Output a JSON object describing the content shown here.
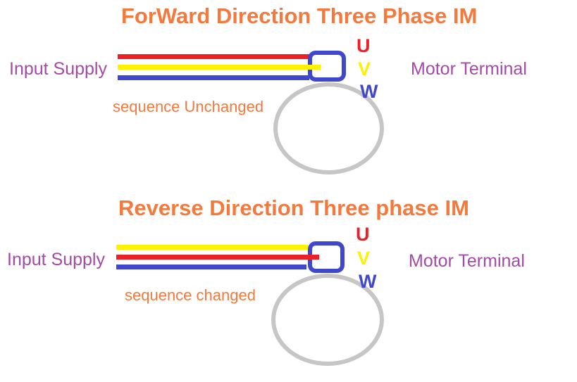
{
  "page": {
    "background": "#ffffff",
    "description": "Wiring diagram comparing forward and reverse direction of a three phase induction motor by phase sequence swap"
  },
  "colors": {
    "orange_text": "#F4793D",
    "purple_text": "#A44AA4",
    "phase_red": "#EC2027",
    "phase_yellow": "#FFF200",
    "phase_blue": "#3F48CC",
    "motor_gray": "#C6C6C6"
  },
  "sections": [
    {
      "title": "ForWard Direction Three Phase IM",
      "input_supply_label": "Input Supply",
      "motor_terminal_label": "Motor Terminal",
      "sequence_label": "sequence Unchanged",
      "wires": [
        {
          "name": "line-1",
          "color": "#EC2027"
        },
        {
          "name": "line-2",
          "color": "#FFF200"
        },
        {
          "name": "line-3",
          "color": "#3F48CC"
        }
      ],
      "terminals": [
        {
          "letter": "U",
          "color": "#EC2027"
        },
        {
          "letter": "V",
          "color": "#FFF200"
        },
        {
          "letter": "W",
          "color": "#3F48CC"
        }
      ]
    },
    {
      "title": "Reverse Direction Three phase IM",
      "input_supply_label": "Input Supply",
      "motor_terminal_label": "Motor Terminal",
      "sequence_label": "sequence changed",
      "wires": [
        {
          "name": "line-1",
          "color": "#FFF200"
        },
        {
          "name": "line-2",
          "color": "#EC2027"
        },
        {
          "name": "line-3",
          "color": "#3F48CC"
        }
      ],
      "terminals": [
        {
          "letter": "U",
          "color": "#EC2027"
        },
        {
          "letter": "V",
          "color": "#FFF200"
        },
        {
          "letter": "W",
          "color": "#3F48CC"
        }
      ]
    }
  ]
}
